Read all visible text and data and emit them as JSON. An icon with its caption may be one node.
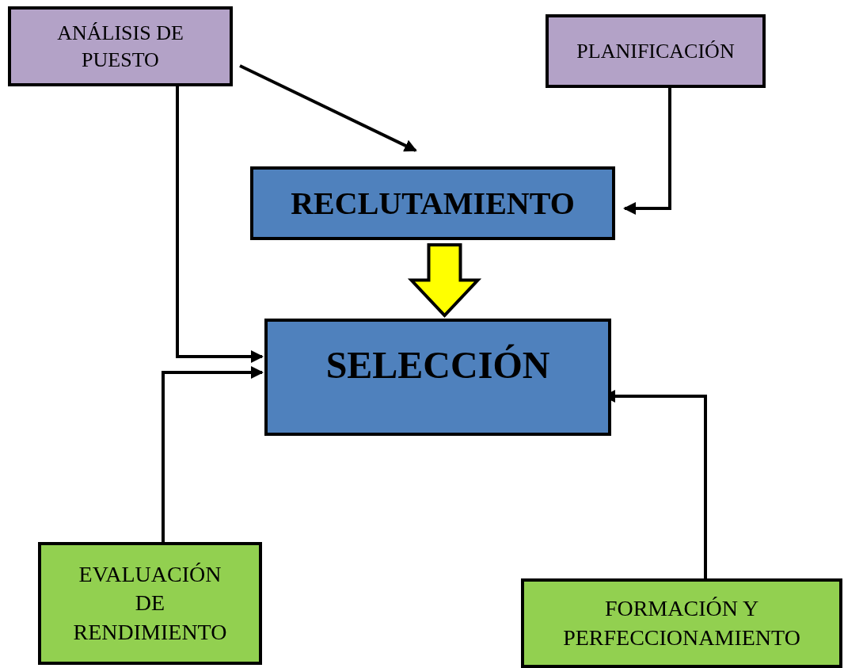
{
  "diagram": {
    "nodes": [
      {
        "text": [
          "ANÁLISIS DE PUESTO"
        ]
      },
      {
        "text": [
          "PLANIFICACIÓN"
        ]
      },
      {
        "text": [
          "RECLUTAMIENTO"
        ]
      },
      {
        "text": [
          "SELECCIÓN"
        ]
      },
      {
        "text": [
          "EVALUACIÓN DE RENDIMIENTO"
        ]
      },
      {
        "text": [
          "FORMACIÓN Y PERFECCIONAMIENTO"
        ]
      }
    ],
    "edges": [
      {
        "from": 0,
        "to": 2,
        "arrow": "to"
      },
      {
        "from": 0,
        "to": 3,
        "arrow": "to"
      },
      {
        "from": 1,
        "to": 2,
        "arrow": "to"
      },
      {
        "from": 2,
        "to": 3,
        "arrow": "to",
        "style": "thick",
        "color": "#ffff00"
      },
      {
        "from": 4,
        "to": 3,
        "arrow": "to"
      },
      {
        "from": 5,
        "to": 3,
        "arrow": "to"
      }
    ]
  }
}
